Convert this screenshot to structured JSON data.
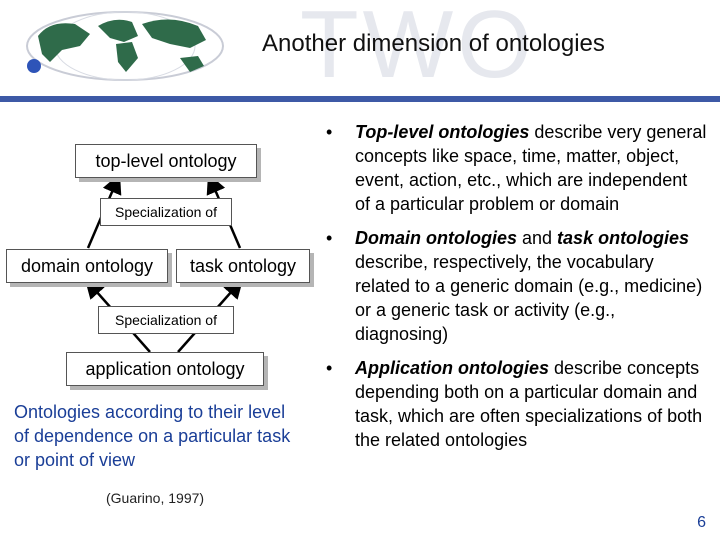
{
  "header": {
    "watermark": "TWO",
    "title": "Another dimension of ontologies"
  },
  "diagram": {
    "top_level": "top-level ontology",
    "spec1": "Specialization of",
    "domain": "domain ontology",
    "task": "task ontology",
    "spec2": "Specialization of",
    "application": "application ontology"
  },
  "note": "Ontologies according to their level of dependence on a particular task or point of view",
  "citation": "(Guarino, 1997)",
  "bullets": [
    {
      "em": "Top-level ontologies",
      "rest": " describe very general concepts like space, time, matter, object, event, action, etc., which are independent of a particular problem or domain"
    },
    {
      "em": "Domain ontologies",
      "mid": " and ",
      "em2": "task ontologies",
      "rest": " describe, respectively, the vocabulary related to a generic domain (e.g., medicine) or a generic task or activity (e.g., diagnosing)"
    },
    {
      "em": "Application ontologies",
      "rest": " describe concepts depending both on a particular domain and task, which are often specializations of both the related ontologies"
    }
  ],
  "page_number": "6",
  "colors": {
    "accent": "#3d59a6",
    "note_text": "#1a3e97"
  }
}
